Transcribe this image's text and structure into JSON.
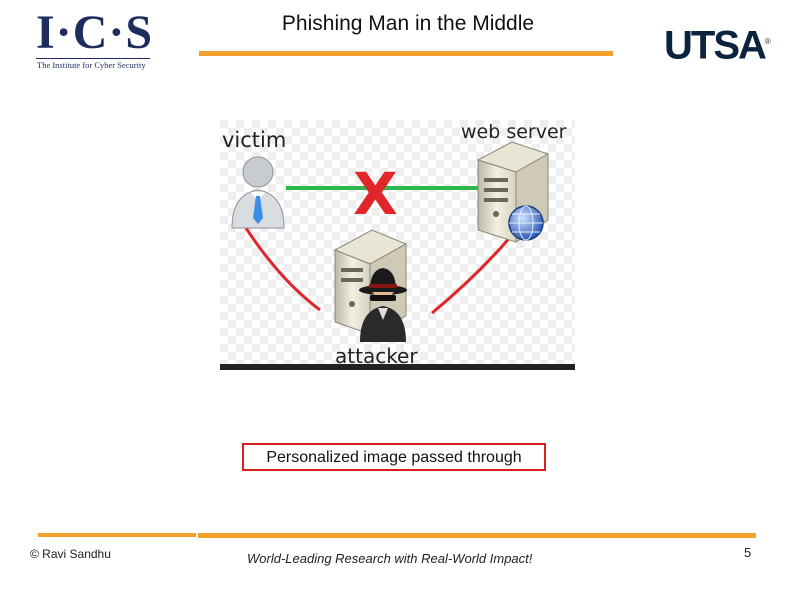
{
  "header": {
    "title": "Phishing Man in the Middle",
    "left_logo": {
      "text": "I·C·S",
      "subtitle": "The Institute for Cyber Security"
    },
    "right_logo": {
      "text": "UTSA",
      "mark": "®"
    }
  },
  "diagram": {
    "victim_label": "victim",
    "server_label": "web server",
    "attacker_label": "attacker",
    "blocked_mark": "X",
    "colors": {
      "direct_link": "#2db84b",
      "attack_link": "#e0262b",
      "blocked_mark": "#e0262b"
    },
    "icons": [
      "victim-person-icon",
      "web-server-icon",
      "globe-icon",
      "attacker-server-icon",
      "attacker-spy-icon"
    ]
  },
  "caption": "Personalized image passed through",
  "footer": {
    "copyright": "© Ravi Sandhu",
    "tagline": "World-Leading Research with Real-World Impact!",
    "page_number": "5"
  },
  "colors": {
    "accent": "#f1a12b",
    "navy": "#1e2d5e",
    "caption_border": "#d91e1e"
  }
}
